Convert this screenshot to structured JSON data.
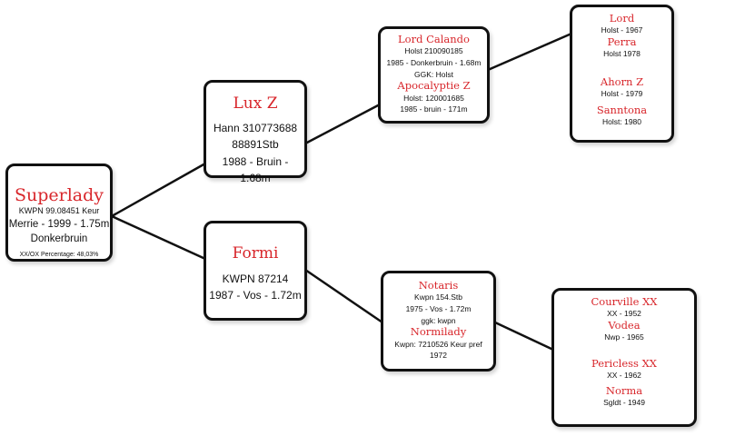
{
  "colors": {
    "name": "#d8262b",
    "border": "#111111"
  },
  "horse": {
    "name": "Superlady",
    "reg": "KWPN 99.08451 Keur",
    "info": "Merrie - 1999 - 1.75m",
    "color": "Donkerbruin",
    "percentage": "XX/OX Percentage: 48,03%"
  },
  "sire": {
    "name": "Lux Z",
    "reg": "Hann 310773688",
    "reg2": "88891Stb",
    "info": "1988 - Bruin - 1.68m"
  },
  "dam": {
    "name": "Formi",
    "reg": "KWPN 87214",
    "info": "1987 - Vos - 1.72m"
  },
  "sire_sire": {
    "name": "Lord Calando",
    "reg": "Holst 210090185",
    "info": "1985 - Donkerbruin - 1.68m",
    "note": "GGK: Holst"
  },
  "sire_dam": {
    "name": "Apocalyptie Z",
    "reg": "Holst: 120001685",
    "info": "1985 - bruin - 171m"
  },
  "dam_sire": {
    "name": "Notaris",
    "reg": "Kwpn 154.Stb",
    "info": "1975 - Vos - 1.72m",
    "note": "ggk: kwpn"
  },
  "dam_dam": {
    "name": "Normilady",
    "reg": "Kwpn: 7210526 Keur pref",
    "info": "1972"
  },
  "gen3_top": [
    {
      "name": "Lord",
      "info": "Holst - 1967"
    },
    {
      "name": "Perra",
      "info": "Holst 1978"
    },
    {
      "name": "Ahorn Z",
      "info": "Holst - 1979"
    },
    {
      "name": "Sanntona",
      "info": "Holst: 1980"
    }
  ],
  "gen3_bottom": [
    {
      "name": "Courville XX",
      "info": "XX - 1952"
    },
    {
      "name": "Vodea",
      "info": "Nwp - 1965"
    },
    {
      "name": "Pericless XX",
      "info": "XX - 1962"
    },
    {
      "name": "Norma",
      "info": "Sgldt - 1949"
    }
  ]
}
